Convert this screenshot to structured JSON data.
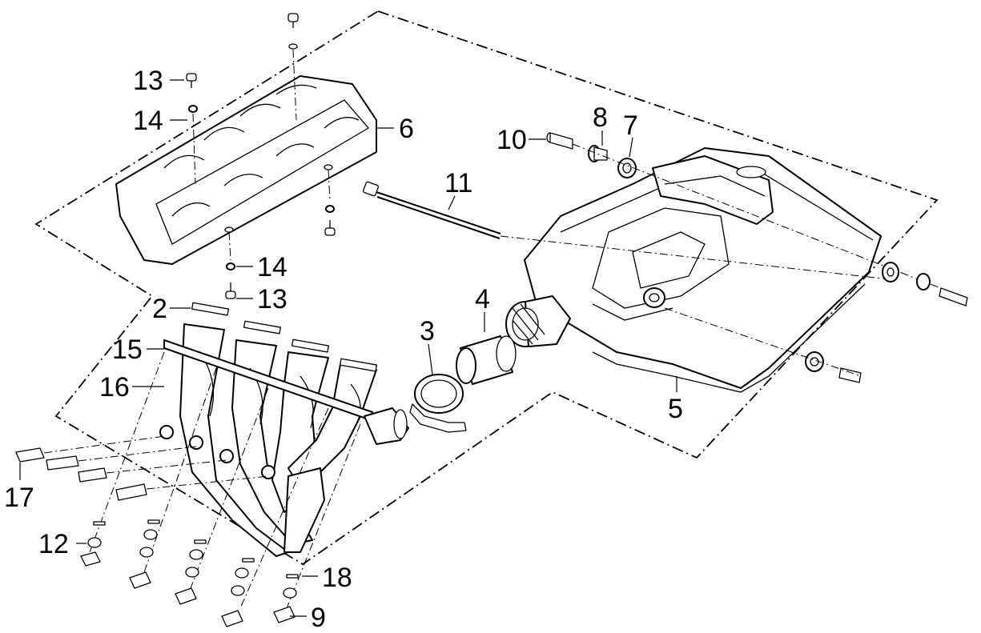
{
  "callouts": {
    "c2": "2",
    "c3": "3",
    "c4": "4",
    "c5": "5",
    "c6": "6",
    "c7": "7",
    "c8": "8",
    "c9": "9",
    "c10": "10",
    "c11": "11",
    "c12": "12",
    "c13_top": "13",
    "c13_bottom": "13",
    "c14_top": "14",
    "c14_bottom": "14",
    "c15": "15",
    "c16": "16",
    "c17": "17",
    "c18": "18"
  },
  "colors": {
    "line": "#000000",
    "background": "#ffffff"
  }
}
